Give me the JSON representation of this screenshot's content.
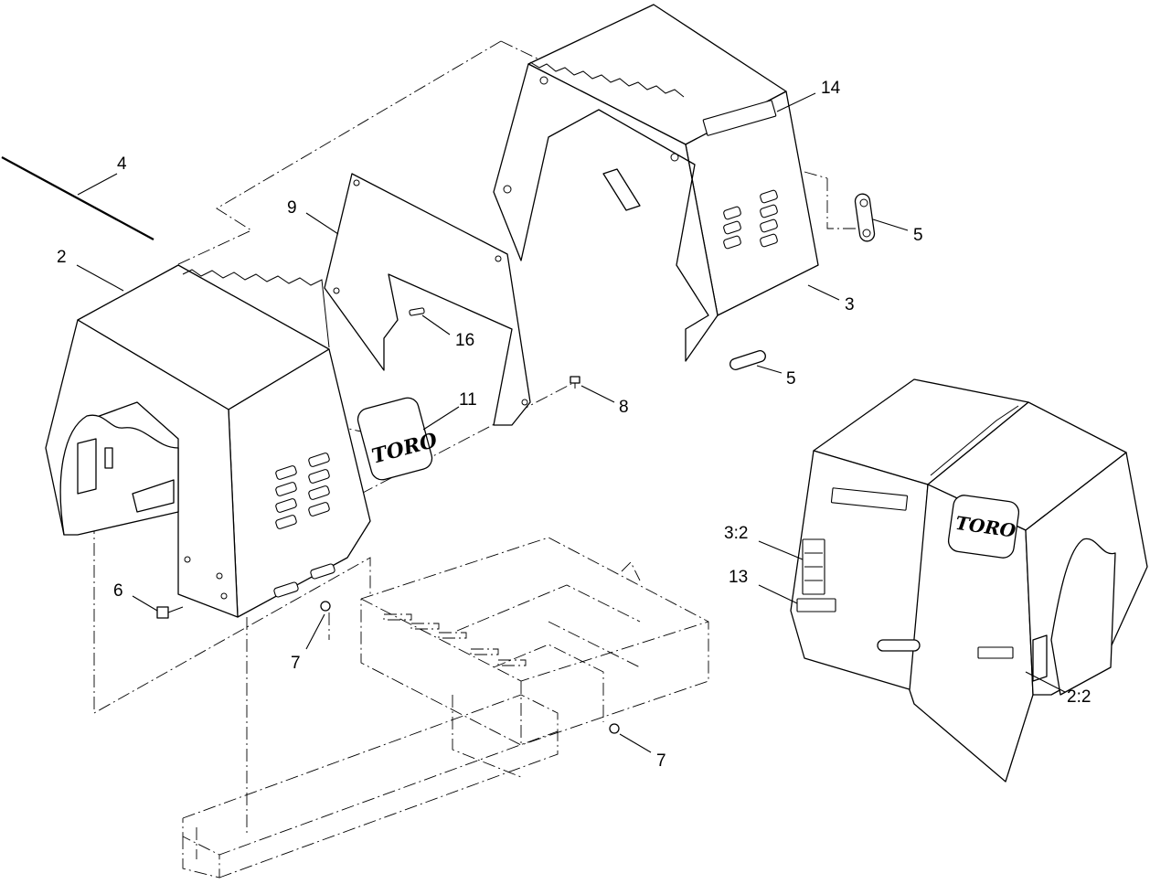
{
  "diagram": {
    "logo_text": "TORO",
    "callouts": [
      {
        "id": "c4",
        "label": "4"
      },
      {
        "id": "c2",
        "label": "2"
      },
      {
        "id": "c9",
        "label": "9"
      },
      {
        "id": "c16",
        "label": "16"
      },
      {
        "id": "c11",
        "label": "11"
      },
      {
        "id": "c8",
        "label": "8"
      },
      {
        "id": "c6",
        "label": "6"
      },
      {
        "id": "c7a",
        "label": "7"
      },
      {
        "id": "c7b",
        "label": "7"
      },
      {
        "id": "c14",
        "label": "14"
      },
      {
        "id": "c5a",
        "label": "5"
      },
      {
        "id": "c3",
        "label": "3"
      },
      {
        "id": "c5b",
        "label": "5"
      },
      {
        "id": "c32",
        "label": "3:2"
      },
      {
        "id": "c13",
        "label": "13"
      },
      {
        "id": "c22",
        "label": "2:2"
      }
    ]
  }
}
